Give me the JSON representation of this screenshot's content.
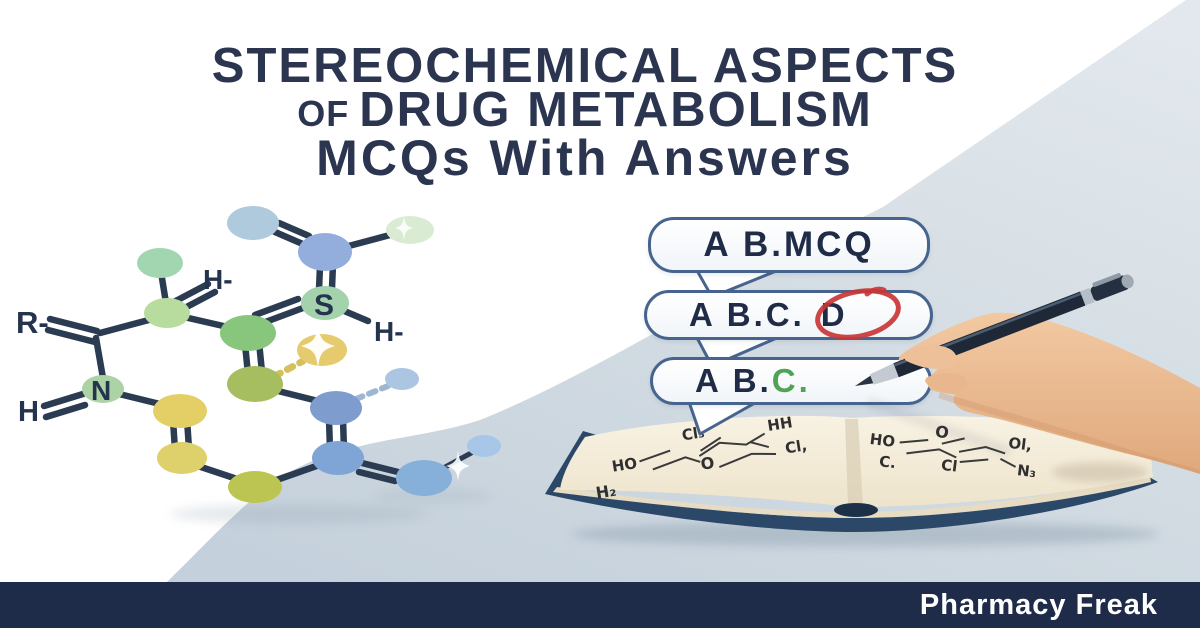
{
  "title": {
    "line1": "STEREOCHEMICAL ASPECTS",
    "line2_small": "OF",
    "line2_rest": "DRUG METABOLISM",
    "line3": "MCQs With Answers"
  },
  "bubbles": {
    "first": {
      "text": "A B.MCQ"
    },
    "second": {
      "text": "A B.C.",
      "circled_option": "D"
    },
    "third": {
      "text": "A B.",
      "answer": "C."
    }
  },
  "molecule": {
    "labels": {
      "r_group": "R-",
      "h_left": "H",
      "h_upper": "H-",
      "nitrogen": "N",
      "sulfur": "S",
      "h_right": "H-"
    }
  },
  "book": {
    "left_page_formulas": [
      "HO",
      "Cl₃",
      "HH",
      "H₂",
      "O",
      "Cl,"
    ],
    "right_page_formulas": [
      "HO",
      "O",
      "Ol,",
      "C.",
      "Cl",
      "N₃"
    ]
  },
  "footer": {
    "brand": "Pharmacy Freak"
  },
  "colors": {
    "title_navy": "#2b3550",
    "bubble_border": "#46648e",
    "bubble_text": "#1f2b47",
    "answer_green": "#4fa355",
    "circle_red": "#c93636",
    "bond_navy": "#2b3b52",
    "wedge_top": "#e2e8ed",
    "wedge_bottom": "#c4d0db",
    "book_cover_navy": "#2b4869",
    "page_cream": "#f4edda",
    "pen_body": "#1e2836",
    "hand_skin": "#ecbd96",
    "footer_bar": "#1f2c49"
  }
}
